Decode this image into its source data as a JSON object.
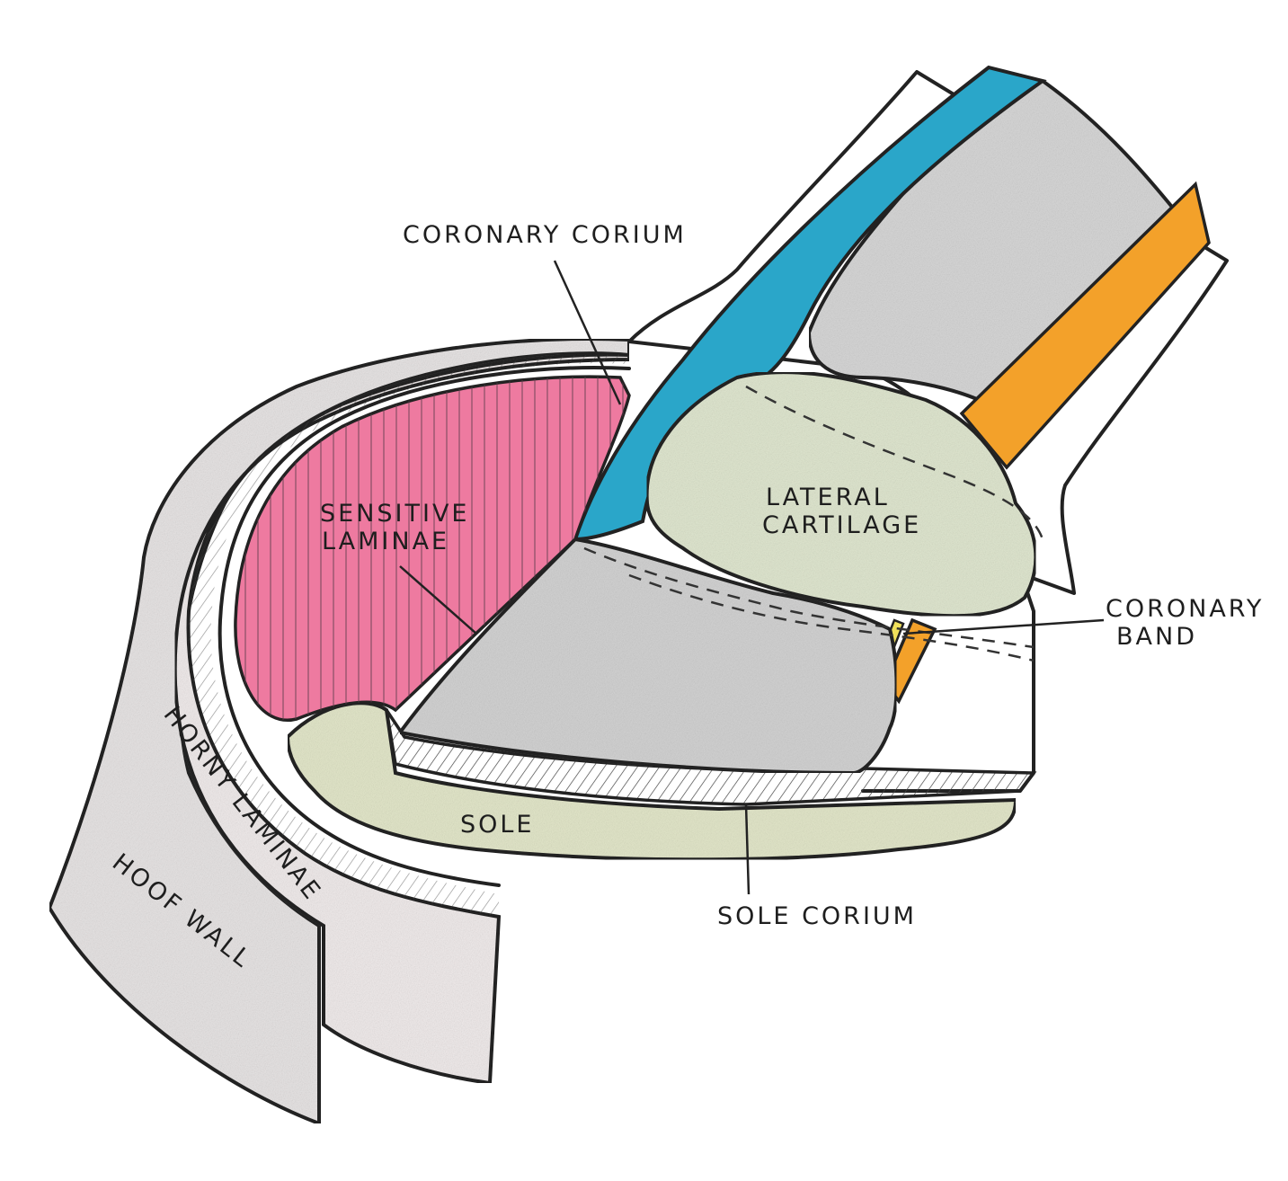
{
  "labels": {
    "coronary_corium": "CORONARY CORIUM",
    "sensitive_laminae_1": "SENSITIVE",
    "sensitive_laminae_2": "LAMINAE",
    "lateral_cartilage_1": "LATERAL",
    "lateral_cartilage_2": "CARTILAGE",
    "coronary_band_1": "CORONARY",
    "coronary_band_2": "BAND",
    "horny_laminae": "HORNY LAMINAE",
    "sole": "SOLE",
    "hoof_wall": "HOOF WALL",
    "sole_corium": "SOLE CORIUM"
  },
  "colors": {
    "coronary_corium": "#2aa6c9",
    "sensitive_laminae": "#ee7aa0",
    "lateral_cartilage": "#dfe6cf",
    "sole": "#e2e6c9",
    "tendon": "#f3a12a",
    "bone": "#d6d6d6",
    "hoof_wall": "#e6e3e3"
  }
}
